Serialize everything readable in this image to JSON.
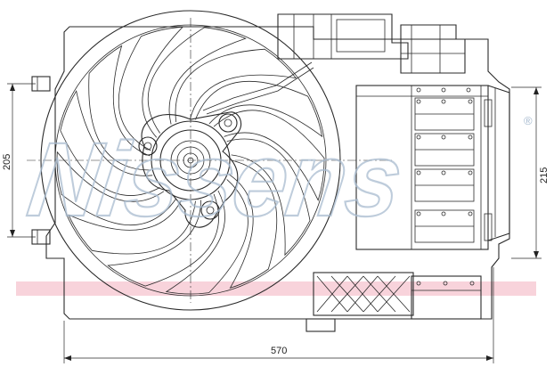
{
  "watermark": {
    "brand": "Nissens",
    "registered": "®",
    "colors": {
      "outline": "#a9bcd0",
      "stripe": "#f6c8d2"
    }
  },
  "dimensions": {
    "width_label": "570",
    "left_height_label": "205",
    "right_height_label": "215"
  },
  "drawing": {
    "line_color": "#2a2a2a",
    "fan_blade_count": 13
  }
}
